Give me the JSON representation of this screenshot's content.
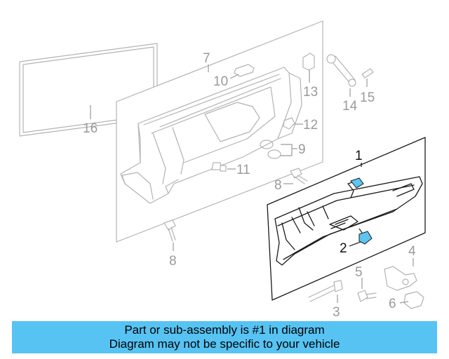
{
  "callouts": {
    "c1": "1",
    "c2": "2",
    "c3": "3",
    "c4": "4",
    "c5": "5",
    "c6": "6",
    "c7": "7",
    "c8a": "8",
    "c8b": "8",
    "c9": "9",
    "c10": "10",
    "c11": "11",
    "c12": "12",
    "c13": "13",
    "c14": "14",
    "c15": "15",
    "c16": "16"
  },
  "banner": {
    "line1": "Part or sub-assembly is #1 in diagram",
    "line2": "Diagram may not be specific to your vehicle"
  },
  "colors": {
    "banner_bg": "#56c3f3",
    "highlight_part": "#5bc6ef",
    "ghost_line": "#b3b3b3"
  }
}
